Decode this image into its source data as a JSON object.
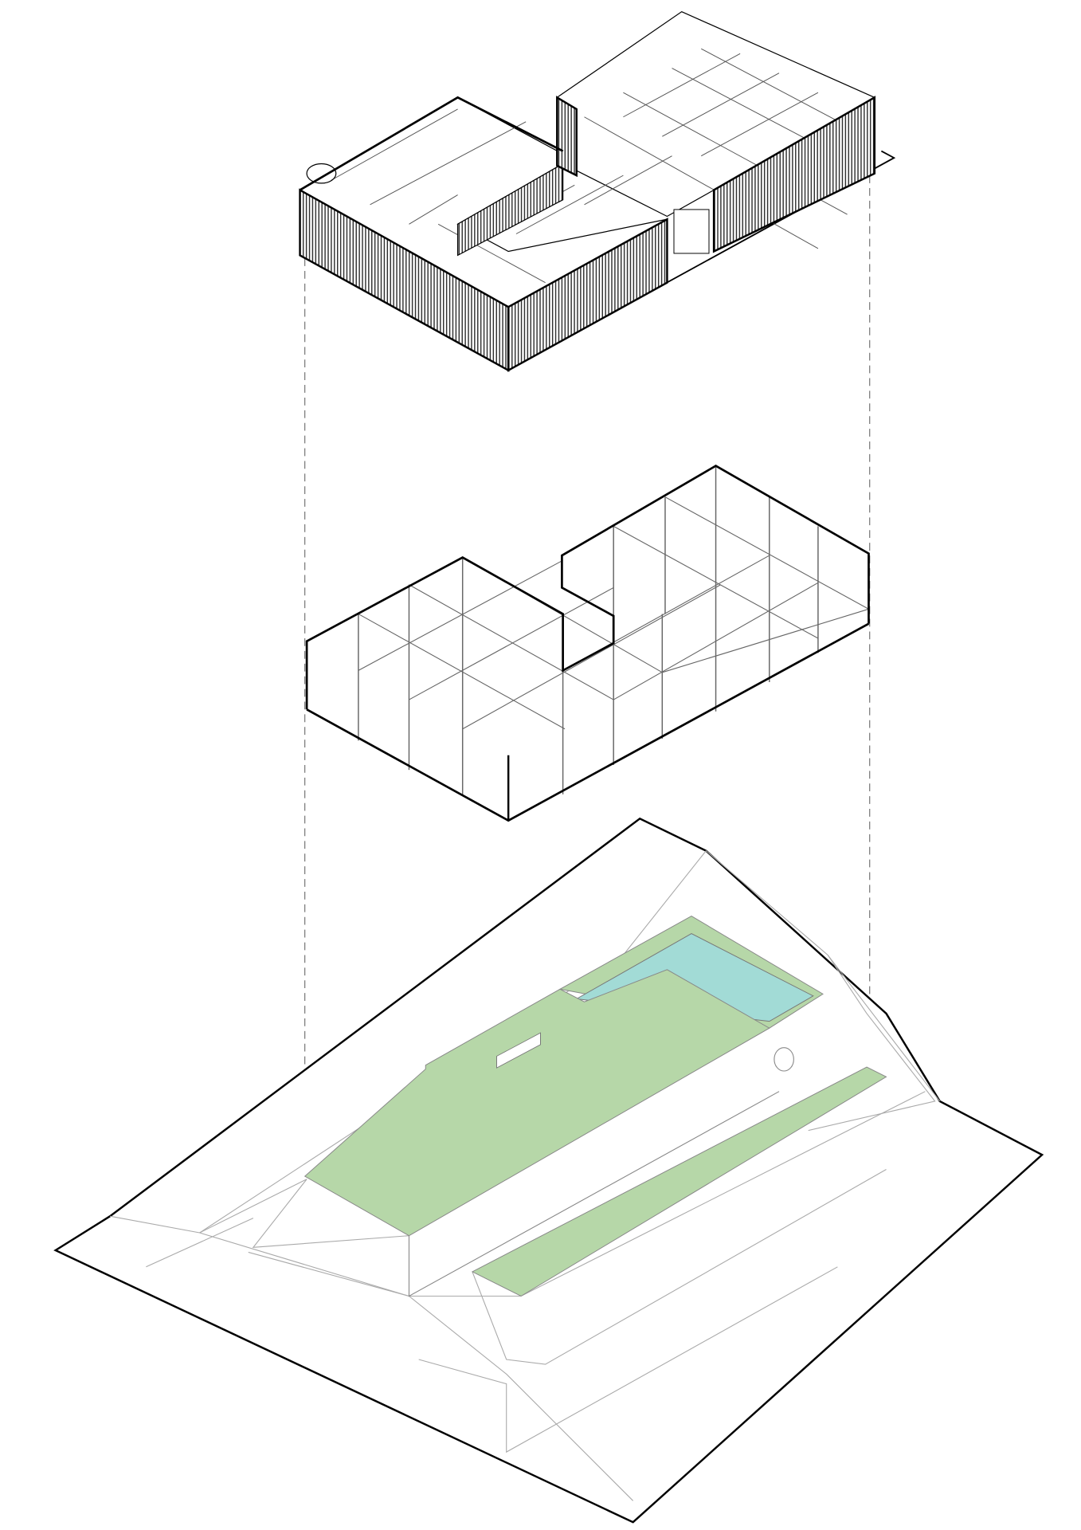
{
  "diagram": {
    "type": "exploded-axonometric",
    "layers": [
      "roof-and-facade",
      "structural-frame",
      "site-and-slabs"
    ],
    "colors": {
      "line": "#000000",
      "thin_line": "#9a9a9a",
      "slab_green": "#b6d7a8",
      "pool_blue": "#a2dbd6",
      "background": "#ffffff"
    }
  }
}
